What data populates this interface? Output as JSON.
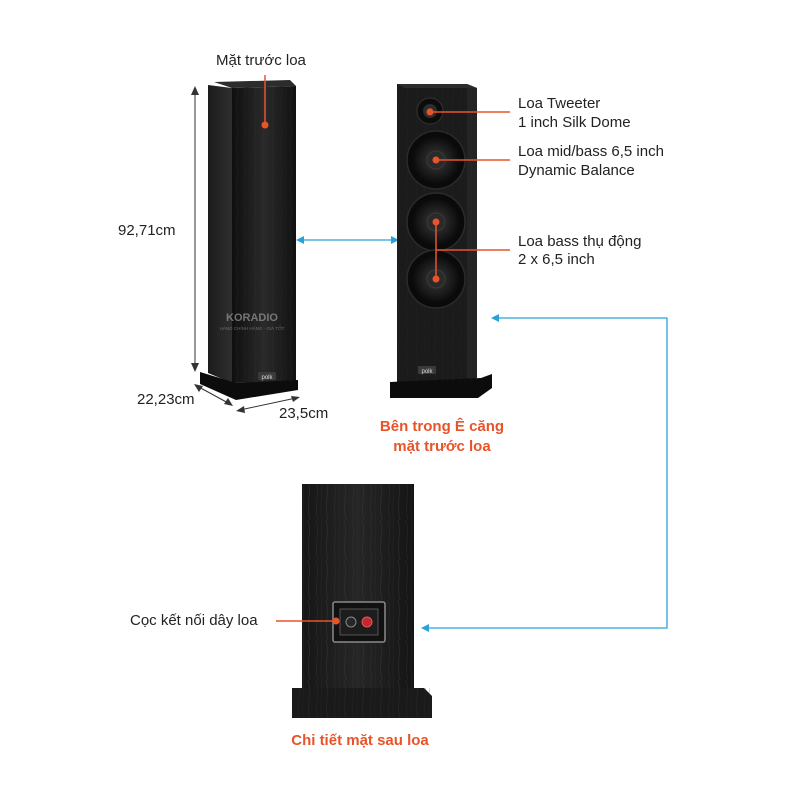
{
  "front_cover": {
    "label": "Mặt trước loa",
    "logo_text": "KORADIO",
    "logo_sub": "HÀNG CHÍNH HÃNG · GIÁ TỐT",
    "brand_badge": "polk"
  },
  "dimensions": {
    "height": "92,71cm",
    "depth": "22,23cm",
    "width": "23,5cm"
  },
  "front_drivers": {
    "tweeter": {
      "line1": "Loa Tweeter",
      "line2": "1 inch Silk Dome"
    },
    "midbass": {
      "line1": "Loa mid/bass 6,5 inch",
      "line2": "Dynamic Balance"
    },
    "passive": {
      "line1": "Loa bass thụ động",
      "line2": "2 x 6,5 inch"
    },
    "caption_line1": "Bên trong Ê căng",
    "caption_line2": "mặt trước loa",
    "brand_badge": "polk"
  },
  "rear": {
    "terminal_label": "Cọc kết nối dây loa",
    "caption": "Chi tiết mặt sau loa"
  },
  "colors": {
    "accent_orange": "#e8542a",
    "connector_blue": "#29a3d6",
    "cabinet_black": "#1b1b1b"
  }
}
